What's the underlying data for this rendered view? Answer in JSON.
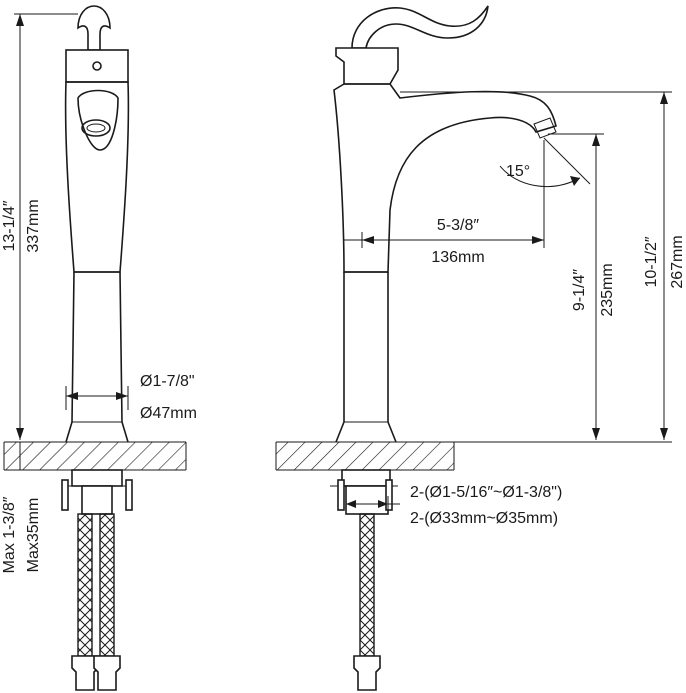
{
  "labels": {
    "total_height_in": "13-1/4″",
    "total_height_mm": "337mm",
    "base_dia_in": "Ø1-7/8\"",
    "base_dia_mm": "Ø47mm",
    "deck_max_in": "Max 1-3/8″",
    "deck_max_mm": "Max35mm",
    "spout_reach_in": "5-3/8″",
    "spout_reach_mm": "136mm",
    "spout_angle": "15°",
    "spout_height_in": "9-1/4″",
    "spout_height_mm": "235mm",
    "body_height_in": "10-1/2″",
    "body_height_mm": "267mm",
    "hole_dia_in": "2-(Ø1-5/16″~Ø1-3/8\")",
    "hole_dia_mm": "2-(Ø33mm~Ø35mm)"
  },
  "colors": {
    "line": "#1a1a1a",
    "background": "#ffffff"
  }
}
